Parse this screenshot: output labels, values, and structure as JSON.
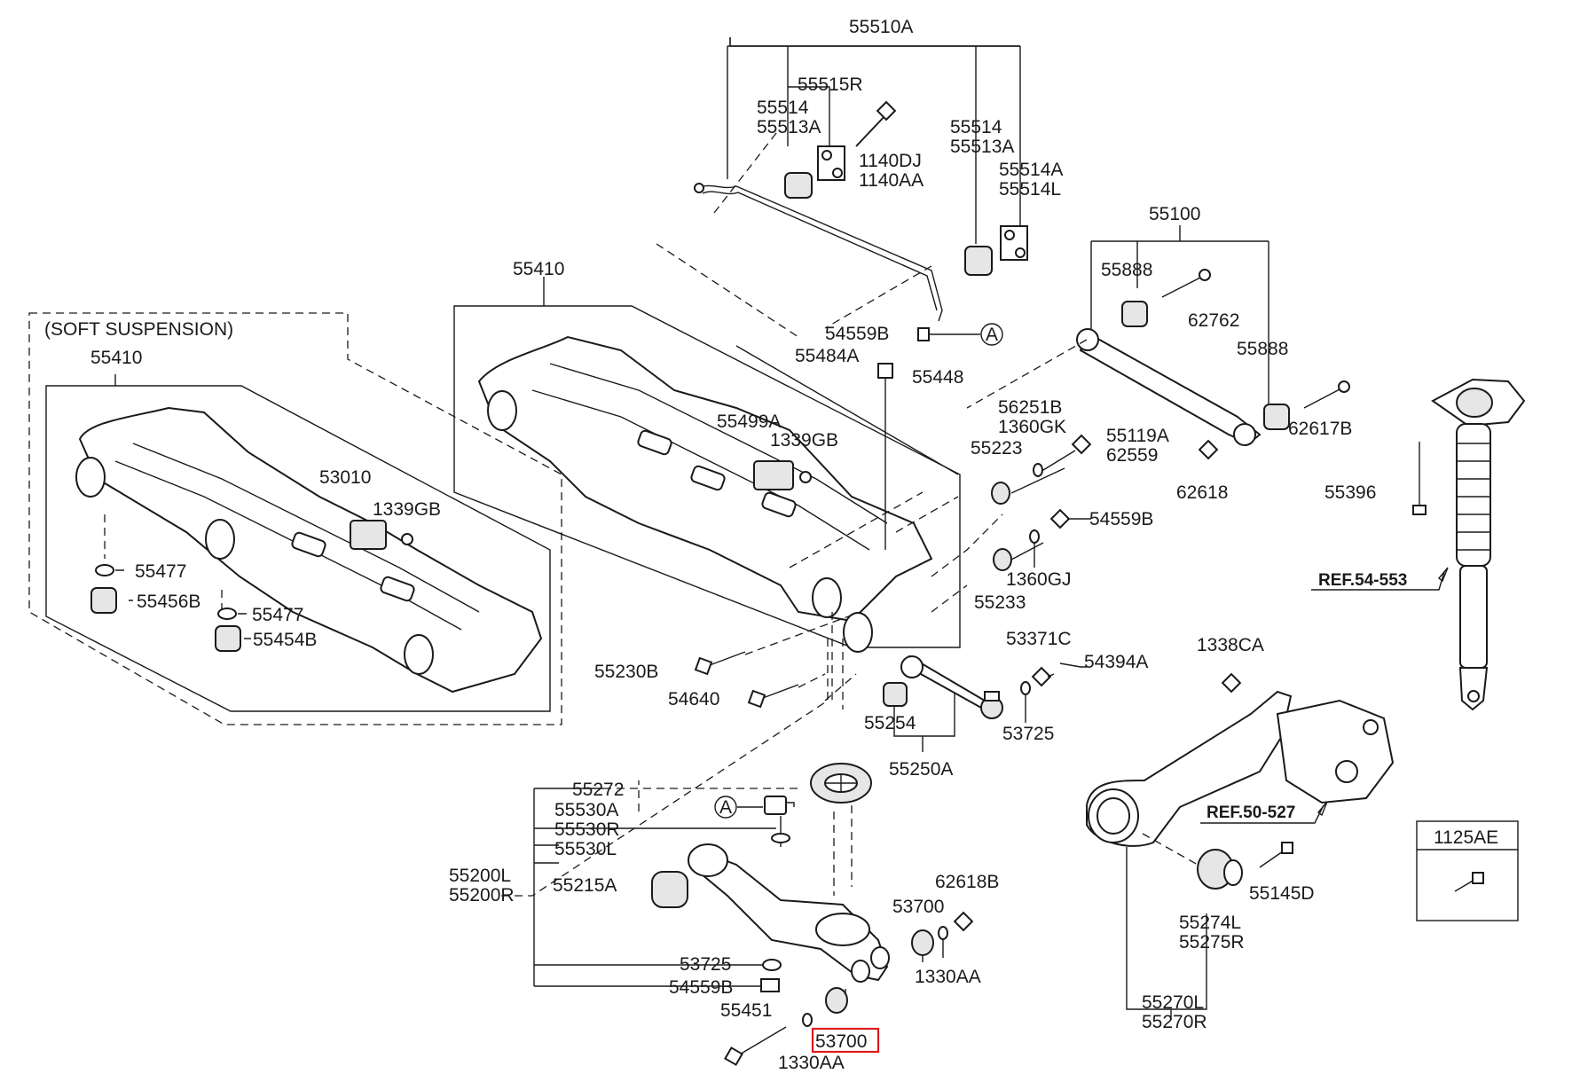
{
  "labels": {
    "l55510A": "55510A",
    "l55515R": "55515R",
    "l55514_a": "55514",
    "l55513A_a": "55513A",
    "l1140DJ": "1140DJ",
    "l1140AA": "1140AA",
    "l55514_b": "55514",
    "l55513A_b": "55513A",
    "l55514A": "55514A",
    "l55514L": "55514L",
    "l55100": "55100",
    "l55888_a": "55888",
    "l62762": "62762",
    "l55888_b": "55888",
    "l62617B": "62617B",
    "l62618": "62618",
    "l55410_main": "55410",
    "l54559B_a": "54559B",
    "l55484A": "55484A",
    "l55448": "55448",
    "l55499A": "55499A",
    "l1339GB_a": "1339GB",
    "l56251B": "56251B",
    "l1360GK": "1360GK",
    "l55223": "55223",
    "l55119A": "55119A",
    "l62559": "62559",
    "l54559B_b": "54559B",
    "l1360GJ": "1360GJ",
    "l55233": "55233",
    "l55396": "55396",
    "soft_suspension": "(SOFT SUSPENSION)",
    "l55410_soft": "55410",
    "l53010": "53010",
    "l1339GB_b": "1339GB",
    "l55477_a": "55477",
    "l55456B": "55456B",
    "l55477_b": "55477",
    "l55454B": "55454B",
    "l55230B": "55230B",
    "l54640": "54640",
    "l53371C": "53371C",
    "l54394A": "54394A",
    "l55254": "55254",
    "l53725_a": "53725",
    "l55250A": "55250A",
    "l1338CA": "1338CA",
    "l55272": "55272",
    "l55530A": "55530A",
    "l55530R": "55530R",
    "l55530L": "55530L",
    "l55200L": "55200L",
    "l55200R": "55200R",
    "l55215A": "55215A",
    "l62618B": "62618B",
    "l53700_a": "53700",
    "l53725_b": "53725",
    "l1330AA_a": "1330AA",
    "l54559B_c": "54559B",
    "l55451": "55451",
    "l53700_b": "53700",
    "l1330AA_b": "1330AA",
    "l55145D": "55145D",
    "l55274L": "55274L",
    "l55275R": "55275R",
    "l55270L": "55270L",
    "l55270R": "55270R",
    "l1125AE": "1125AE"
  },
  "references": {
    "ref_54_553": "REF.54-553",
    "ref_50_527": "REF.50-527"
  },
  "callout_A": "A",
  "highlight_color": "#e01b1b"
}
